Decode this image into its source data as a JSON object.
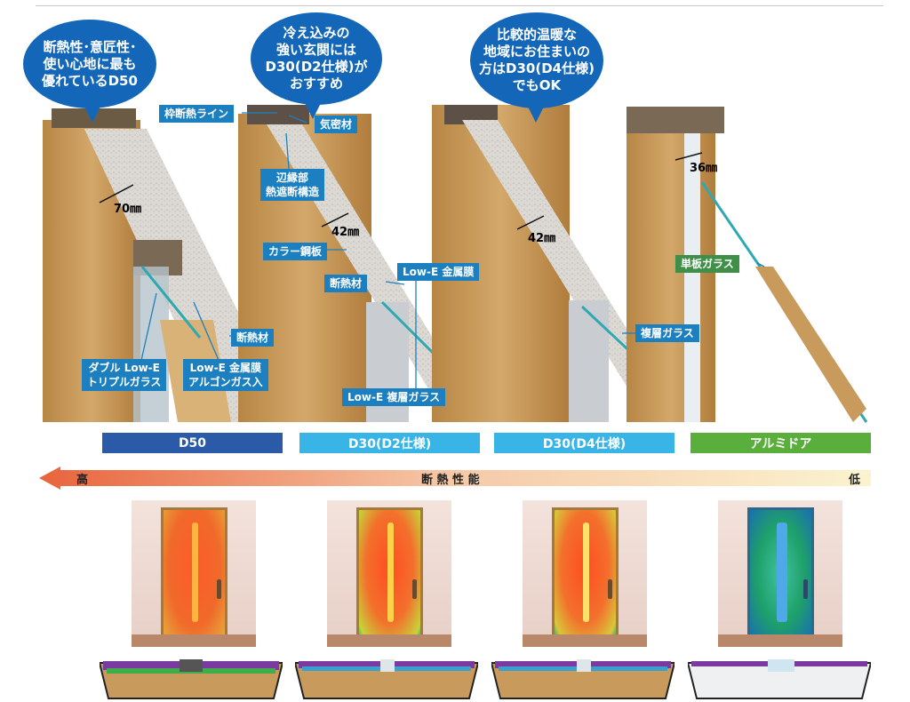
{
  "bubbles": {
    "d50": "断熱性･意匠性･\n使い心地に最も\n優れているD50",
    "d30_d2": "冷え込みの\n強い玄関には\nD30(D2仕様)が\nおすすめ",
    "d30_d4": "比較的温暖な\n地域にお住まいの\n方はD30(D4仕様)\nでもOK"
  },
  "labels": {
    "frame_insulation_line": "枠断熱ライン",
    "airtight": "気密材",
    "edge_structure": "辺縁部\n熱遮断構造",
    "color_steel": "カラー鋼板",
    "insulation": "断熱材",
    "lowe_film": "Low-E 金属膜",
    "insulation2": "断熱材",
    "double_lowe_triple": "ダブル Low-E\nトリプルガラス",
    "lowe_argon": "Low-E 金属膜\nアルゴンガス入",
    "lowe_double": "Low-E 複層ガラス",
    "double_glass": "複層ガラス",
    "single_glass": "単板ガラス"
  },
  "dimensions": {
    "d50": "70㎜",
    "d30_d2": "42㎜",
    "d30_d4": "42㎜",
    "alu": "36㎜"
  },
  "categories": [
    {
      "label": "D50",
      "color": "#2a5aa8"
    },
    {
      "label": "D30(D2仕様)",
      "color": "#38b4e6"
    },
    {
      "label": "D30(D4仕様)",
      "color": "#38b4e6"
    },
    {
      "label": "アルミドア",
      "color": "#5aaf3c"
    }
  ],
  "scale": {
    "high": "高",
    "title": "断 熱 性 能",
    "low": "低"
  },
  "colors": {
    "wood": "#c89a5c",
    "wood_dark": "#a87b40",
    "core": "#d9d6d2",
    "arrow_start": "#e8643c",
    "arrow_end": "#fbf3cf"
  }
}
